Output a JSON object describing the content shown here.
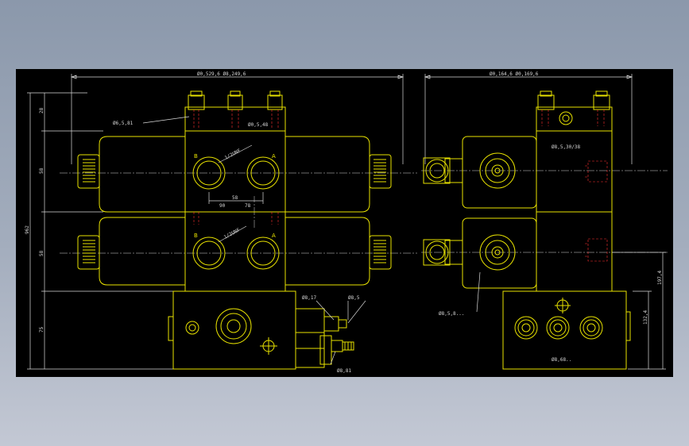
{
  "colors": {
    "outline": "#e8e200",
    "dimension": "#d8d8d8",
    "hidden": "#ff3030",
    "canvas": "#000000",
    "backdrop": "#9aa5b6"
  },
  "dimensions": {
    "front_width": "Ø0,529,6  Ø8,249,6",
    "side_width": "Ø0,164,6  Ø0,169,6",
    "total_height": "962",
    "seg_1": "28",
    "seg_2": "58",
    "seg_3": "58",
    "seg_4": "75",
    "port_pitch": "58",
    "port_spacing_a": "90",
    "port_spacing_b": "78",
    "side_h1": "197,4",
    "side_h2": "132,4"
  },
  "labels": {
    "upper_leader": "Ø6,5,81",
    "upper_note": "Ø0,5,48",
    "upper_port_b": "B",
    "upper_port_a": "A",
    "upper_thread": "1/2UNF",
    "lower_port_b": "B",
    "lower_port_a": "A",
    "lower_thread": "1/2UNF",
    "base_note_1": "Ø8,17",
    "base_note_2": "Ø8,5",
    "base_note_3": "Ø8,81",
    "side_note": "Ø8,5,30/38",
    "side_leader": "Ø8,5,8...",
    "side_base_note": "Ø8,68.."
  }
}
